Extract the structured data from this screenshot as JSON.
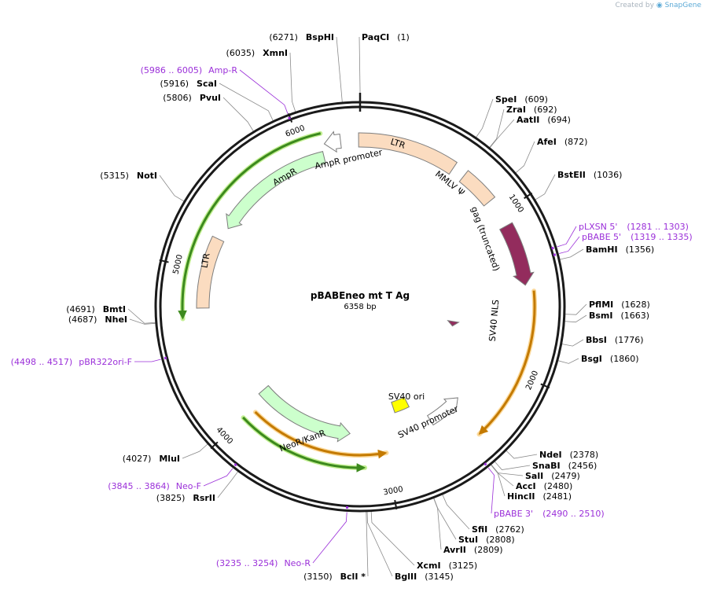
{
  "credit": {
    "prefix": "Created by",
    "brand": "SnapGene"
  },
  "plasmid": {
    "name": "pBABEneo mt T Ag",
    "size_label": "6358 bp",
    "length": 6358
  },
  "ticks": [
    "1000",
    "2000",
    "3000",
    "4000",
    "5000",
    "6000"
  ],
  "features": [
    {
      "label": "LTR",
      "color": "#fbdcc0"
    },
    {
      "label": "MMLV Ψ",
      "color": "#fbdcc0"
    },
    {
      "label": "gag (truncated)",
      "color": "#932c5d"
    },
    {
      "label": "SV40 NLS",
      "color": "#932c5d"
    },
    {
      "label": "SV40 ori",
      "color": "#ffff00"
    },
    {
      "label": "SV40 promoter",
      "color": "#ffffff"
    },
    {
      "label": "NeoR/KanR",
      "color": "#ccffcc"
    },
    {
      "label": "LTR",
      "color": "#fbdcc0"
    },
    {
      "label": "AmpR",
      "color": "#ccffcc"
    },
    {
      "label": "AmpR promoter",
      "color": "#ffffff"
    }
  ],
  "orfs": [
    "orf-sv40-t",
    "orf-neo",
    "orf-amp"
  ],
  "sites": [
    {
      "name": "PaqCI",
      "pos": "(1)"
    },
    {
      "name": "SpeI",
      "pos": "(609)"
    },
    {
      "name": "ZraI",
      "pos": "(692)"
    },
    {
      "name": "AatII",
      "pos": "(694)"
    },
    {
      "name": "AfeI",
      "pos": "(872)"
    },
    {
      "name": "BstEII",
      "pos": "(1036)"
    },
    {
      "name": "BamHI",
      "pos": "(1356)"
    },
    {
      "name": "PflMI",
      "pos": "(1628)"
    },
    {
      "name": "BsmI",
      "pos": "(1663)"
    },
    {
      "name": "BbsI",
      "pos": "(1776)"
    },
    {
      "name": "BsgI",
      "pos": "(1860)"
    },
    {
      "name": "NdeI",
      "pos": "(2378)"
    },
    {
      "name": "SnaBI",
      "pos": "(2456)"
    },
    {
      "name": "SalI",
      "pos": "(2479)"
    },
    {
      "name": "AccI",
      "pos": "(2480)"
    },
    {
      "name": "HincII",
      "pos": "(2481)"
    },
    {
      "name": "SfiI",
      "pos": "(2762)"
    },
    {
      "name": "StuI",
      "pos": "(2808)"
    },
    {
      "name": "AvrII",
      "pos": "(2809)"
    },
    {
      "name": "XcmI",
      "pos": "(3125)"
    },
    {
      "name": "BglII",
      "pos": "(3145)"
    },
    {
      "name": "BclI *",
      "pos": "(3150)"
    },
    {
      "name": "RsrII",
      "pos": "(3825)"
    },
    {
      "name": "MluI",
      "pos": "(4027)"
    },
    {
      "name": "NheI",
      "pos": "(4687)"
    },
    {
      "name": "BmtI",
      "pos": "(4691)"
    },
    {
      "name": "NotI",
      "pos": "(5315)"
    },
    {
      "name": "PvuI",
      "pos": "(5806)"
    },
    {
      "name": "ScaI",
      "pos": "(5916)"
    },
    {
      "name": "XmnI",
      "pos": "(6035)"
    },
    {
      "name": "BspHI",
      "pos": "(6271)"
    }
  ],
  "primers": [
    {
      "name": "pLXSN 5'",
      "range": "(1281 .. 1303)"
    },
    {
      "name": "pBABE 5'",
      "range": "(1319 .. 1335)"
    },
    {
      "name": "pBABE 3'",
      "range": "(2490 .. 2510)"
    },
    {
      "name": "Neo-R",
      "range": "(3235 .. 3254)"
    },
    {
      "name": "Neo-F",
      "range": "(3845 .. 3864)"
    },
    {
      "name": "pBR322ori-F",
      "range": "(4498 .. 4517)"
    },
    {
      "name": "Amp-R",
      "range": "(5986 .. 6005)"
    }
  ]
}
